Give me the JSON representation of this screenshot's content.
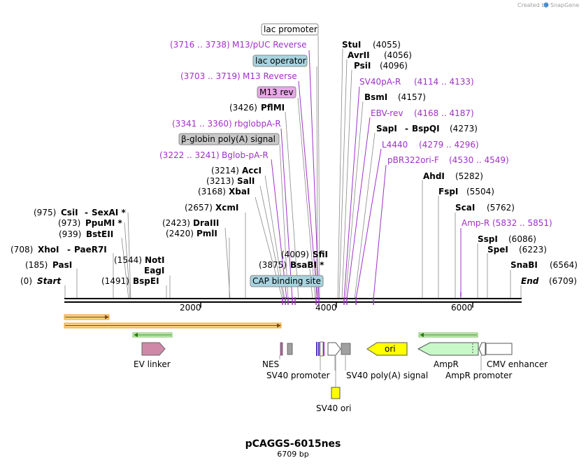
{
  "credit": "Created by",
  "brand": "SnapGene",
  "title": "pCAGGS-6015nes",
  "subtitle": "6709 bp",
  "colors": {
    "purple": "#a030c8",
    "boxBlue": "#a8d4e0",
    "boxGray": "#c8c8c8",
    "boxPink": "#e8a8e8",
    "ori": "#ffff00",
    "ampR": "#c8f8c8",
    "evLinker": "#d088a8",
    "orange": "#f0a030",
    "green": "#40b020"
  },
  "ticks": {
    "t2000": "2000",
    "t4000": "4000",
    "t6000": "6000"
  },
  "enzymes": {
    "start": "Start",
    "start_pos": "(0)",
    "pasI": "PasI",
    "pasI_pos": "(185)",
    "xhoI": "XhoI",
    "paeR7I": "PaeR7I",
    "xhoI_pos": "(708)",
    "bstEII": "BstEII",
    "bstEII_pos": "(939)",
    "ppuMI": "PpuMI *",
    "ppuMI_pos": "(973)",
    "csiI": "CsiI",
    "sexAI": "SexAI *",
    "csiI_pos": "(975)",
    "bspEI": "BspEI",
    "bspEI_pos": "(1491)",
    "eagI": "EagI",
    "notI": "NotI",
    "notI_pos": "(1544)",
    "pmlI": "PmlI",
    "pmlI_pos": "(2420)",
    "draIII": "DraIII",
    "draIII_pos": "(2423)",
    "xcmI": "XcmI",
    "xcmI_pos": "(2657)",
    "xbaI": "XbaI",
    "xbaI_pos": "(3168)",
    "salI": "SalI",
    "salI_pos": "(3213)",
    "accI": "AccI",
    "accI_pos": "(3214)",
    "pflMI": "PflMI",
    "pflMI_pos": "(3426)",
    "bsaBI": "BsaBI *",
    "bsaBI_pos": "(3875)",
    "sfiI": "SfiI",
    "sfiI_pos": "(4009)",
    "stuI": "StuI",
    "stuI_pos": "(4055)",
    "avrII": "AvrII",
    "avrII_pos": "(4056)",
    "psiI": "PsiI",
    "psiI_pos": "(4096)",
    "bsmI": "BsmI",
    "bsmI_pos": "(4157)",
    "sapI": "SapI",
    "bspQI": "BspQI",
    "sapI_pos": "(4273)",
    "ahdI": "AhdI",
    "ahdI_pos": "(5282)",
    "fspI": "FspI",
    "fspI_pos": "(5504)",
    "scaI": "ScaI",
    "scaI_pos": "(5762)",
    "sspI": "SspI",
    "sspI_pos": "(6086)",
    "speI": "SpeI",
    "speI_pos": "(6223)",
    "snaBI": "SnaBI",
    "snaBI_pos": "(6564)",
    "end": "End",
    "end_pos": "(6709)"
  },
  "primers": {
    "m13pucRev": "M13/pUC Reverse",
    "m13pucRev_pos": "(3716 .. 3738)",
    "m13Rev": "M13 Reverse",
    "m13Rev_pos": "(3703 .. 3719)",
    "rbglobpA": "rbglobpA-R",
    "rbglobpA_pos": "(3341 .. 3360)",
    "bglobpA": "Bglob-pA-R",
    "bglobpA_pos": "(3222 .. 3241)",
    "sv40pA": "SV40pA-R",
    "sv40pA_pos": "(4114 .. 4133)",
    "ebv": "EBV-rev",
    "ebv_pos": "(4168 .. 4187)",
    "l4440": "L4440",
    "l4440_pos": "(4279 .. 4296)",
    "pbr322": "pBR322ori-F",
    "pbr322_pos": "(4530 .. 4549)",
    "ampR": "Amp-R",
    "ampR_pos": "(5832 .. 5851)"
  },
  "boxes": {
    "lacPromoter": "lac promoter",
    "lacOperator": "lac operator",
    "m13rev": "M13 rev",
    "betaGlobin": "β-globin poly(A) signal",
    "capSite": "CAP binding site"
  },
  "features": {
    "evLinker": "EV linker",
    "nes": "NES",
    "sv40Promoter": "SV40 promoter",
    "sv40PolyA": "SV40 poly(A) signal",
    "ori": "ori",
    "ampR": "AmpR",
    "ampRPromoter": "AmpR promoter",
    "cmvEnhancer": "CMV enhancer",
    "sv40Ori": "SV40 ori"
  }
}
